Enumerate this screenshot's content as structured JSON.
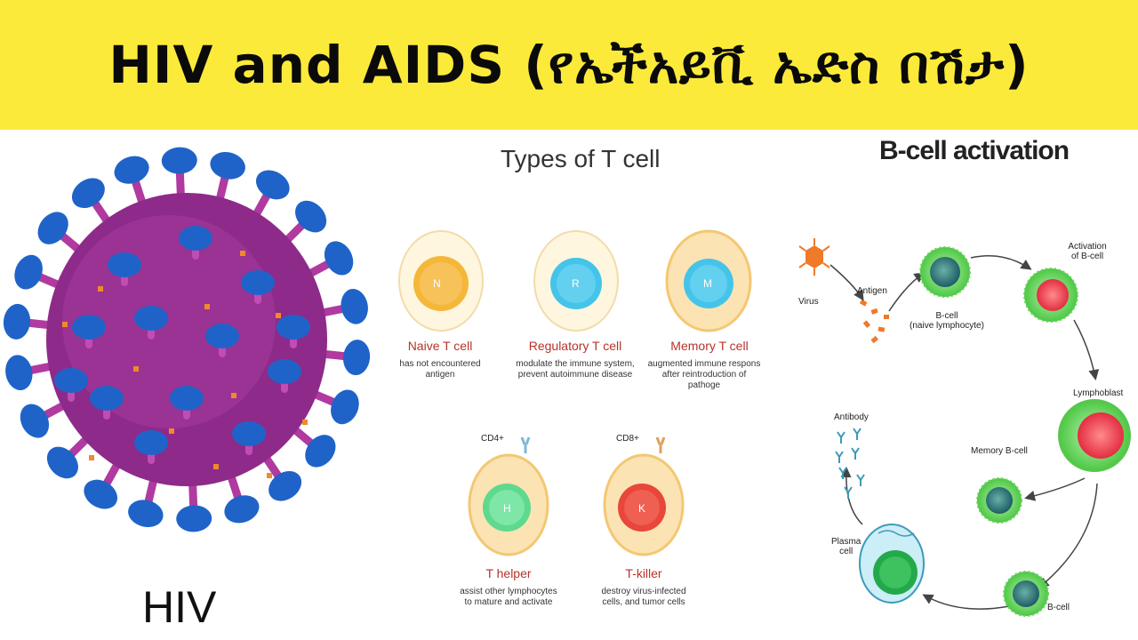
{
  "banner": {
    "title": "HIV and AIDS (የኤችአይቪ ኤድስ በሽታ)",
    "bg": "#fcea3a"
  },
  "virus_panel": {
    "caption": "HIV",
    "body_color": "#8e2a8a",
    "spike_color": "#1f63c9"
  },
  "tcell_panel": {
    "title": "Types of T cell",
    "cells": [
      {
        "letter": "N",
        "name": "Naive T cell",
        "desc": "has not encountered\nantigen",
        "color": "#f5b73a"
      },
      {
        "letter": "R",
        "name": "Regulatory T cell",
        "desc": "modulate the immune system,\nprevent autoimmune disease",
        "color": "#45c4ea"
      },
      {
        "letter": "M",
        "name": "Memory T cell",
        "desc": "augmented immune respons\nafter reintroduction of pathoge",
        "color": "#45c4ea"
      },
      {
        "letter": "H",
        "name": "T helper",
        "desc": "assist other lymphocytes\nto mature and activate",
        "color": "#5ed98e",
        "marker": "CD4+"
      },
      {
        "letter": "K",
        "name": "T-killer",
        "desc": "destroy virus-infected\ncells, and tumor cells",
        "color": "#e8473a",
        "marker": "CD8+"
      }
    ]
  },
  "bcell_panel": {
    "title": "B-cell activation",
    "labels": {
      "virus": "Virus",
      "antigen": "Antigen",
      "bcell_naive": "B-cell\n(naive lymphocyte)",
      "activation": "Activation\nof B-cell",
      "lymphoblast": "Lymphoblast",
      "memory": "Memory B-cell",
      "bcell": "B-cell",
      "plasma": "Plasma\ncell",
      "antibody": "Antibody"
    }
  }
}
